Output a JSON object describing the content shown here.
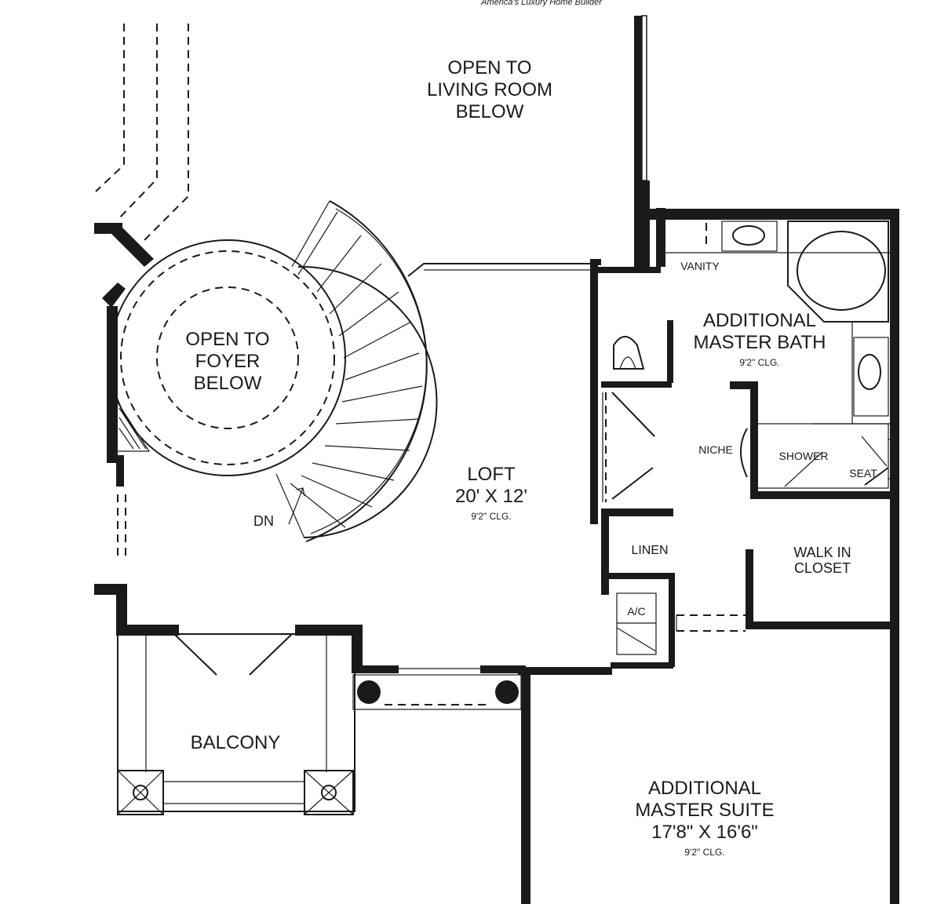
{
  "header_text": "America's Luxury Home Builder",
  "rooms": {
    "living_open": [
      "OPEN TO",
      "LIVING ROOM",
      "BELOW"
    ],
    "foyer_open": [
      "OPEN TO",
      "FOYER",
      "BELOW"
    ],
    "loft": {
      "name": "LOFT",
      "size": "20' X 12'",
      "ceiling": "9'2\" CLG."
    },
    "bath": {
      "name": [
        "ADDITIONAL",
        "MASTER BATH"
      ],
      "ceiling": "9'2\" CLG."
    },
    "vanity": "VANITY",
    "niche": "NICHE",
    "shower": "SHOWER",
    "seat": "SEAT",
    "linen": "LINEN",
    "closet": [
      "WALK IN",
      "CLOSET"
    ],
    "ac": "A/C",
    "balcony": "BALCONY",
    "suite": {
      "name": [
        "ADDITIONAL",
        "MASTER SUITE"
      ],
      "size": "17'8\" X 16'6\"",
      "ceiling": "9'2\" CLG."
    },
    "stair_dn": "DN"
  }
}
